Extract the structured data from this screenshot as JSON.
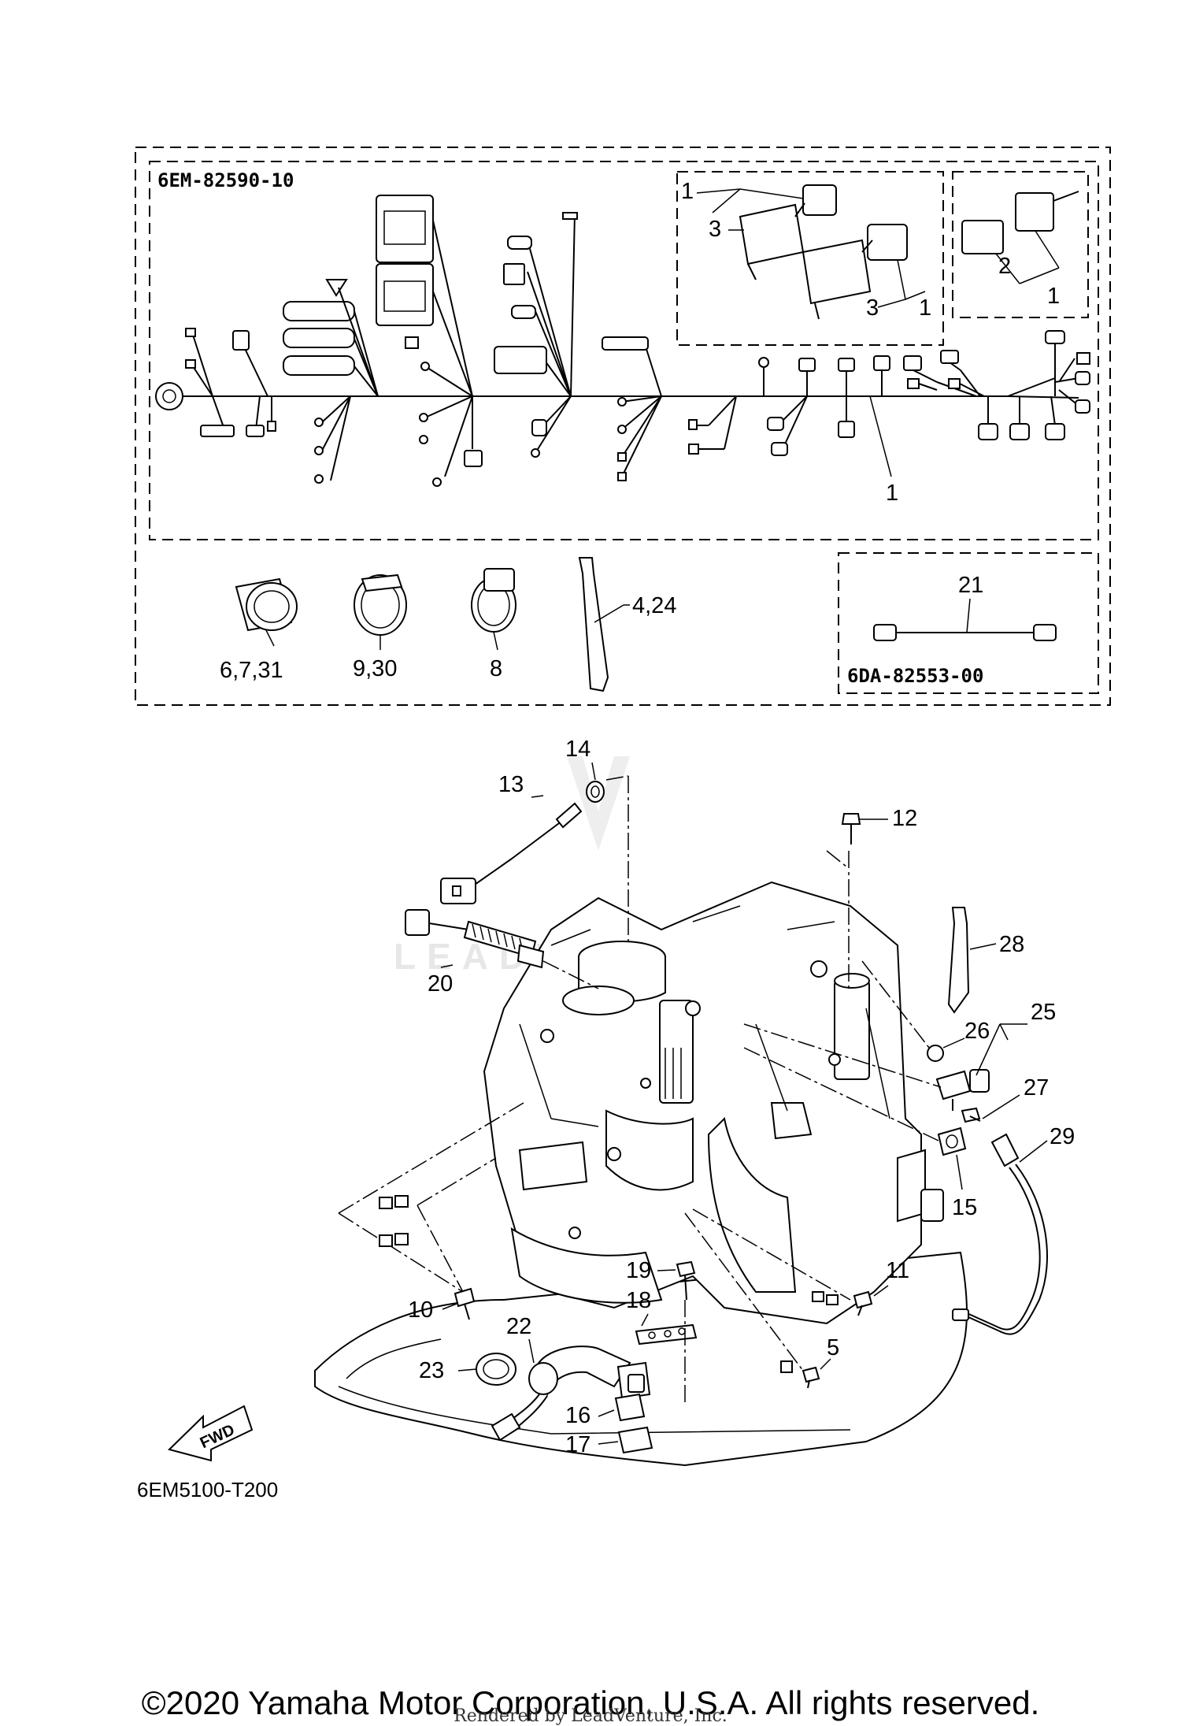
{
  "diagram": {
    "harness_code": "6EM-82590-10",
    "subharness_code": "6DA-82553-00",
    "drawing_id": "6EM5100-T200",
    "fwd_label": "FWD",
    "watermark": "LEADVENTURE"
  },
  "callouts": {
    "c1a": "1",
    "c3a": "3",
    "c3b": "3",
    "c1b": "1",
    "c2": "2",
    "c1c": "1",
    "c1d": "1",
    "c4_24": "4,24",
    "c6_7_31": "6,7,31",
    "c9_30": "9,30",
    "c8": "8",
    "c21": "21",
    "c14": "14",
    "c13": "13",
    "c12": "12",
    "c20": "20",
    "c28": "28",
    "c25": "25",
    "c26": "26",
    "c27": "27",
    "c29": "29",
    "c15": "15",
    "c10": "10",
    "c19": "19",
    "c11": "11",
    "c18": "18",
    "c22": "22",
    "c5": "5",
    "c23": "23",
    "c16": "16",
    "c17": "17"
  },
  "footer": {
    "copyright": "©2020 Yamaha Motor Corporation, U.S.A. All rights reserved.",
    "rendered_by": "Rendered by LeadVenture, Inc."
  }
}
